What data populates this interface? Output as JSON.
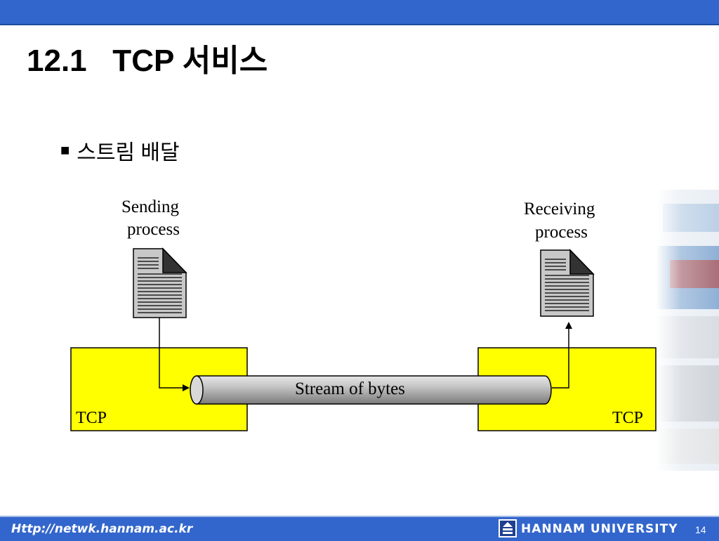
{
  "slide": {
    "title": "12.1   TCP 서비스",
    "bullet": "스트림 배달",
    "bullet_marker": "■"
  },
  "diagram": {
    "sending_line1": "Sending",
    "sending_line2": "process",
    "receiving_line1": "Receiving",
    "receiving_line2": "process",
    "stream_label": "Stream of bytes",
    "tcp_left": "TCP",
    "tcp_right": "TCP",
    "tcp_box_color": "#ffff00",
    "pipe_color": "#b8b8b8"
  },
  "footer": {
    "url": "Http://netwk.hannam.ac.kr",
    "university": "HANNAM  UNIVERSITY",
    "page_number": "14",
    "bar_color": "#3366cc"
  }
}
